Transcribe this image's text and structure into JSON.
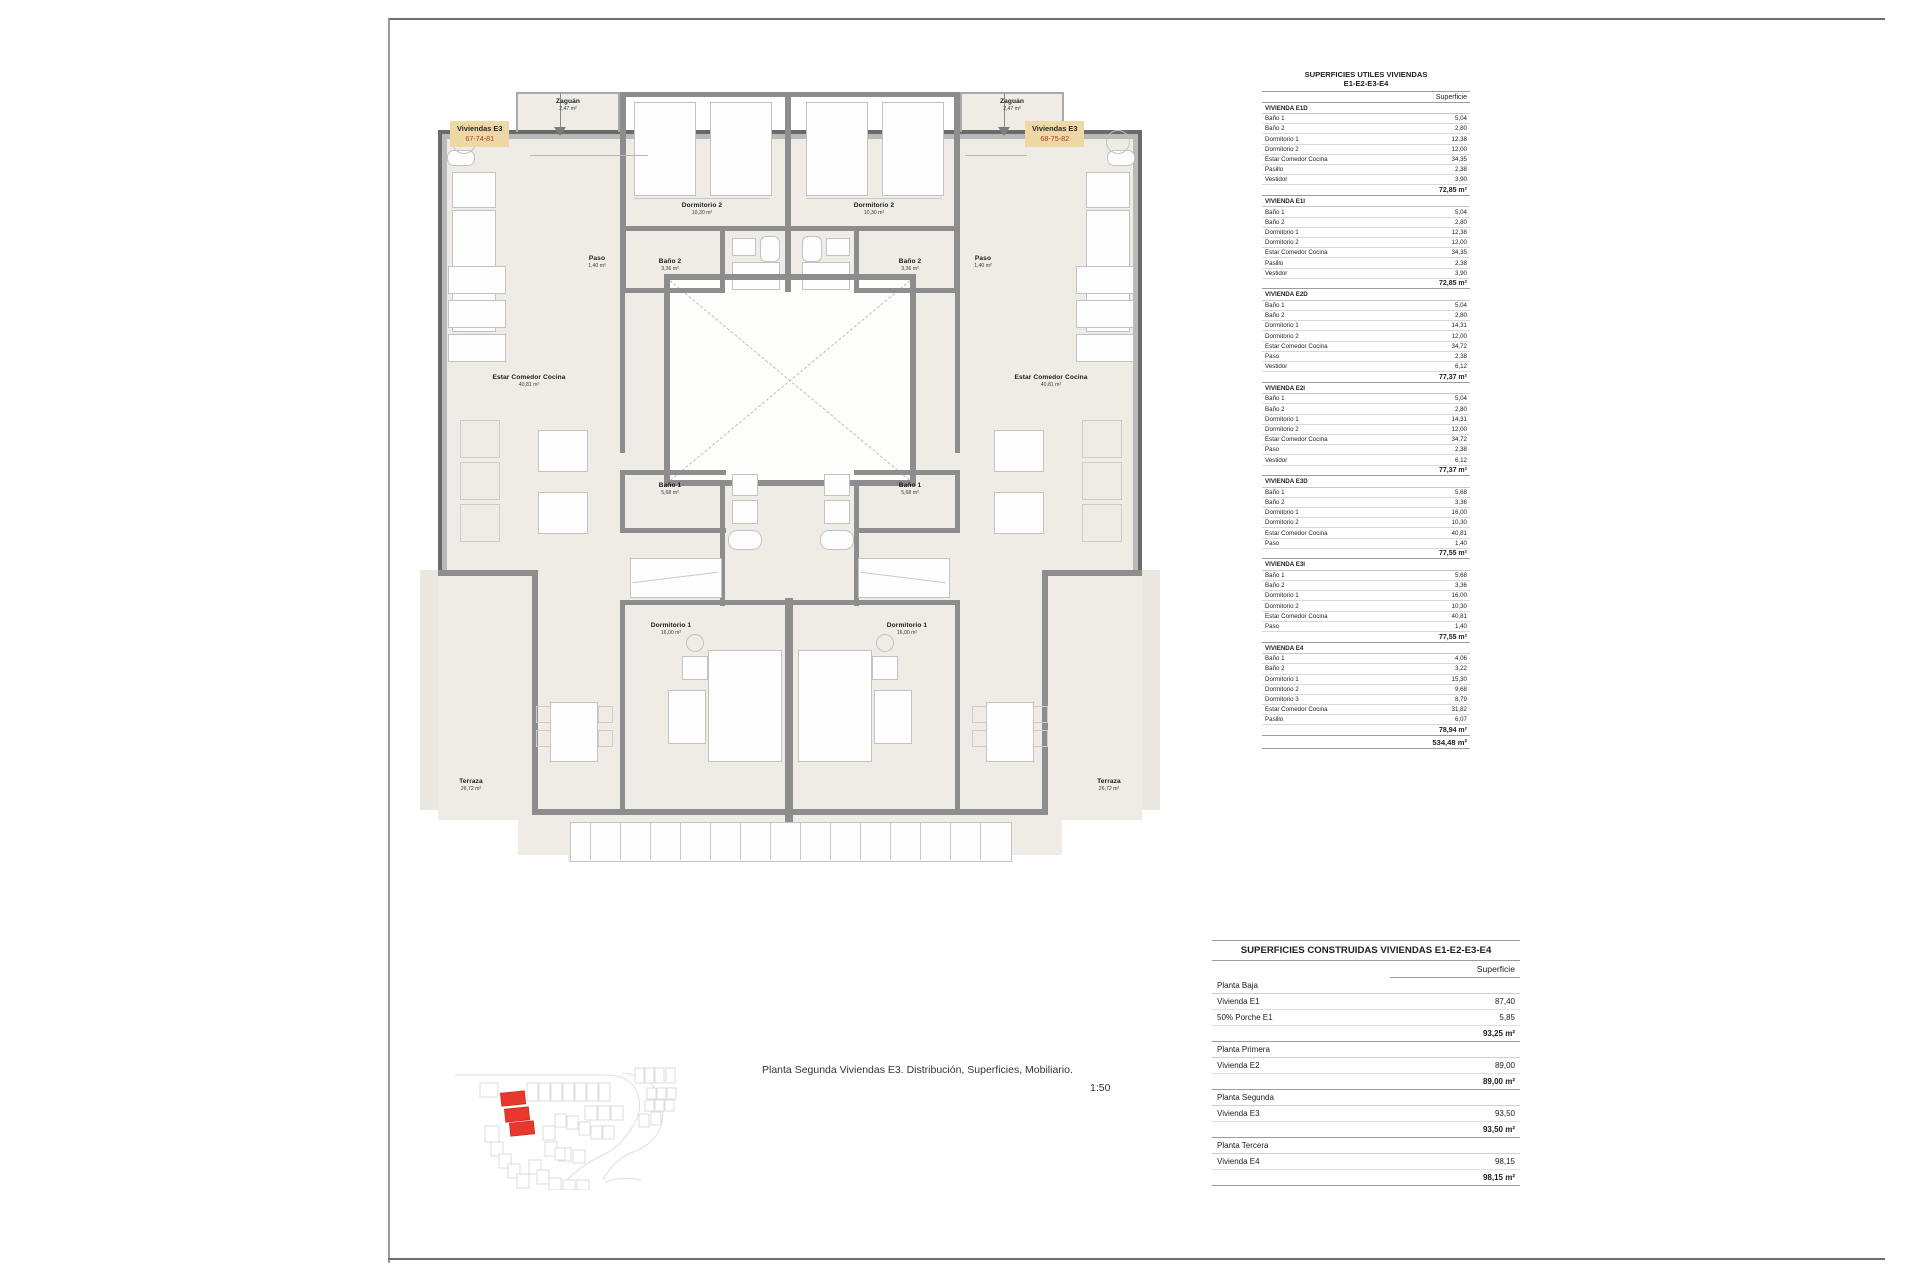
{
  "sheet": {
    "caption": "Planta Segunda Viviendas E3. Distribución, Superficies, Mobiliario.",
    "scale": "1:50"
  },
  "tags": [
    {
      "title": "Viviendas E3",
      "units": "67-74-81"
    },
    {
      "title": "Viviendas E3",
      "units": "68-75-82"
    }
  ],
  "rooms": [
    {
      "name": "Zaguán",
      "area": "2,47 m²"
    },
    {
      "name": "Zaguán",
      "area": "2,47 m²"
    },
    {
      "name": "Dormitorio 2",
      "area": "10,30 m²"
    },
    {
      "name": "Dormitorio 2",
      "area": "10,30 m²"
    },
    {
      "name": "Paso",
      "area": "1,40 m²"
    },
    {
      "name": "Paso",
      "area": "1,40 m²"
    },
    {
      "name": "Baño 2",
      "area": "3,36 m²"
    },
    {
      "name": "Baño 2",
      "area": "3,36 m²"
    },
    {
      "name": "Estar Comedor Cocina",
      "area": "40,81 m²"
    },
    {
      "name": "Estar Comedor Cocina",
      "area": "40,81 m²"
    },
    {
      "name": "Baño 1",
      "area": "5,68 m²"
    },
    {
      "name": "Baño 1",
      "area": "5,68 m²"
    },
    {
      "name": "Dormitorio 1",
      "area": "16,00 m²"
    },
    {
      "name": "Dormitorio 1",
      "area": "16,00 m²"
    },
    {
      "name": "Terraza",
      "area": "26,72 m²"
    },
    {
      "name": "Terraza",
      "area": "26,72 m²"
    }
  ],
  "table_utiles": {
    "title_line1": "SUPERFICIES UTILES VIVIENDAS",
    "title_line2": "E1-E2-E3-E4",
    "col_surface": "Superficie",
    "groups": [
      {
        "name": "VIVIENDA E1D",
        "rows": [
          {
            "label": "Baño 1",
            "value": "5,04"
          },
          {
            "label": "Baño 2",
            "value": "2,80"
          },
          {
            "label": "Dormitorio 1",
            "value": "12,38"
          },
          {
            "label": "Dormitorio 2",
            "value": "12,00"
          },
          {
            "label": "Estar Comedor Cocina",
            "value": "34,35"
          },
          {
            "label": "Pasillo",
            "value": "2,38"
          },
          {
            "label": "Vestidor",
            "value": "3,90"
          }
        ],
        "total": "72,85 m²"
      },
      {
        "name": "VIVIENDA E1I",
        "rows": [
          {
            "label": "Baño 1",
            "value": "5,04"
          },
          {
            "label": "Baño 2",
            "value": "2,80"
          },
          {
            "label": "Dormitorio 1",
            "value": "12,38"
          },
          {
            "label": "Dormitorio 2",
            "value": "12,00"
          },
          {
            "label": "Estar Comedor Cocina",
            "value": "34,35"
          },
          {
            "label": "Pasillo",
            "value": "2,38"
          },
          {
            "label": "Vestidor",
            "value": "3,90"
          }
        ],
        "total": "72,85 m²"
      },
      {
        "name": "VIVIENDA E2D",
        "rows": [
          {
            "label": "Baño 1",
            "value": "5,04"
          },
          {
            "label": "Baño 2",
            "value": "2,80"
          },
          {
            "label": "Dormitorio 1",
            "value": "14,31"
          },
          {
            "label": "Dormitorio 2",
            "value": "12,00"
          },
          {
            "label": "Estar Comedor Cocina",
            "value": "34,72"
          },
          {
            "label": "Paso",
            "value": "2,38"
          },
          {
            "label": "Vestidor",
            "value": "6,12"
          }
        ],
        "total": "77,37 m²"
      },
      {
        "name": "VIVIENDA E2I",
        "rows": [
          {
            "label": "Baño 1",
            "value": "5,04"
          },
          {
            "label": "Baño 2",
            "value": "2,80"
          },
          {
            "label": "Dormitorio 1",
            "value": "14,31"
          },
          {
            "label": "Dormitorio 2",
            "value": "12,00"
          },
          {
            "label": "Estar Comedor Cocina",
            "value": "34,72"
          },
          {
            "label": "Paso",
            "value": "2,38"
          },
          {
            "label": "Vestidor",
            "value": "6,12"
          }
        ],
        "total": "77,37 m²"
      },
      {
        "name": "VIVIENDA E3D",
        "rows": [
          {
            "label": "Baño 1",
            "value": "5,68"
          },
          {
            "label": "Baño 2",
            "value": "3,36"
          },
          {
            "label": "Dormitorio 1",
            "value": "16,00"
          },
          {
            "label": "Dormitorio 2",
            "value": "10,30"
          },
          {
            "label": "Estar Comedor Cocina",
            "value": "40,81"
          },
          {
            "label": "Paso",
            "value": "1,40"
          }
        ],
        "total": "77,55 m²"
      },
      {
        "name": "VIVIENDA E3I",
        "rows": [
          {
            "label": "Baño 1",
            "value": "5,68"
          },
          {
            "label": "Baño 2",
            "value": "3,36"
          },
          {
            "label": "Dormitorio 1",
            "value": "16,00"
          },
          {
            "label": "Dormitorio 2",
            "value": "10,30"
          },
          {
            "label": "Estar Comedor Cocina",
            "value": "40,81"
          },
          {
            "label": "Paso",
            "value": "1,40"
          }
        ],
        "total": "77,55 m²"
      },
      {
        "name": "VIVIENDA E4",
        "rows": [
          {
            "label": "Baño 1",
            "value": "4,06"
          },
          {
            "label": "Baño 2",
            "value": "3,22"
          },
          {
            "label": "Dormitorio 1",
            "value": "15,30"
          },
          {
            "label": "Dormitorio 2",
            "value": "9,68"
          },
          {
            "label": "Dormitorio 3",
            "value": "8,79"
          },
          {
            "label": "Estar Comedor Cocina",
            "value": "31,82"
          },
          {
            "label": "Pasillo",
            "value": "6,07"
          }
        ],
        "total": "78,94 m²"
      }
    ],
    "grand_total": "534,48 m²"
  },
  "table_construidas": {
    "title": "SUPERFICIES CONSTRUIDAS VIVIENDAS E1-E2-E3-E4",
    "col_surface": "Superficie",
    "groups": [
      {
        "name": "Planta Baja",
        "rows": [
          {
            "label": "Vivienda E1",
            "value": "87,40"
          },
          {
            "label": "50% Porche E1",
            "value": "5,85"
          }
        ],
        "total": "93,25 m²"
      },
      {
        "name": "Planta Primera",
        "rows": [
          {
            "label": "Vivienda E2",
            "value": "89,00"
          }
        ],
        "total": "89,00 m²"
      },
      {
        "name": "Planta Segunda",
        "rows": [
          {
            "label": "Vivienda E3",
            "value": "93,50"
          }
        ],
        "total": "93,50 m²"
      },
      {
        "name": "Planta Tercera",
        "rows": [
          {
            "label": "Vivienda E4",
            "value": "98,15"
          }
        ],
        "total": "98,15 m²"
      }
    ]
  },
  "colors": {
    "tag_bg": "#eed9a6",
    "tag_units": "#b03a2e",
    "slab": "#efece6",
    "wall": "#8d8d8d",
    "highlight": "#e8372c"
  }
}
